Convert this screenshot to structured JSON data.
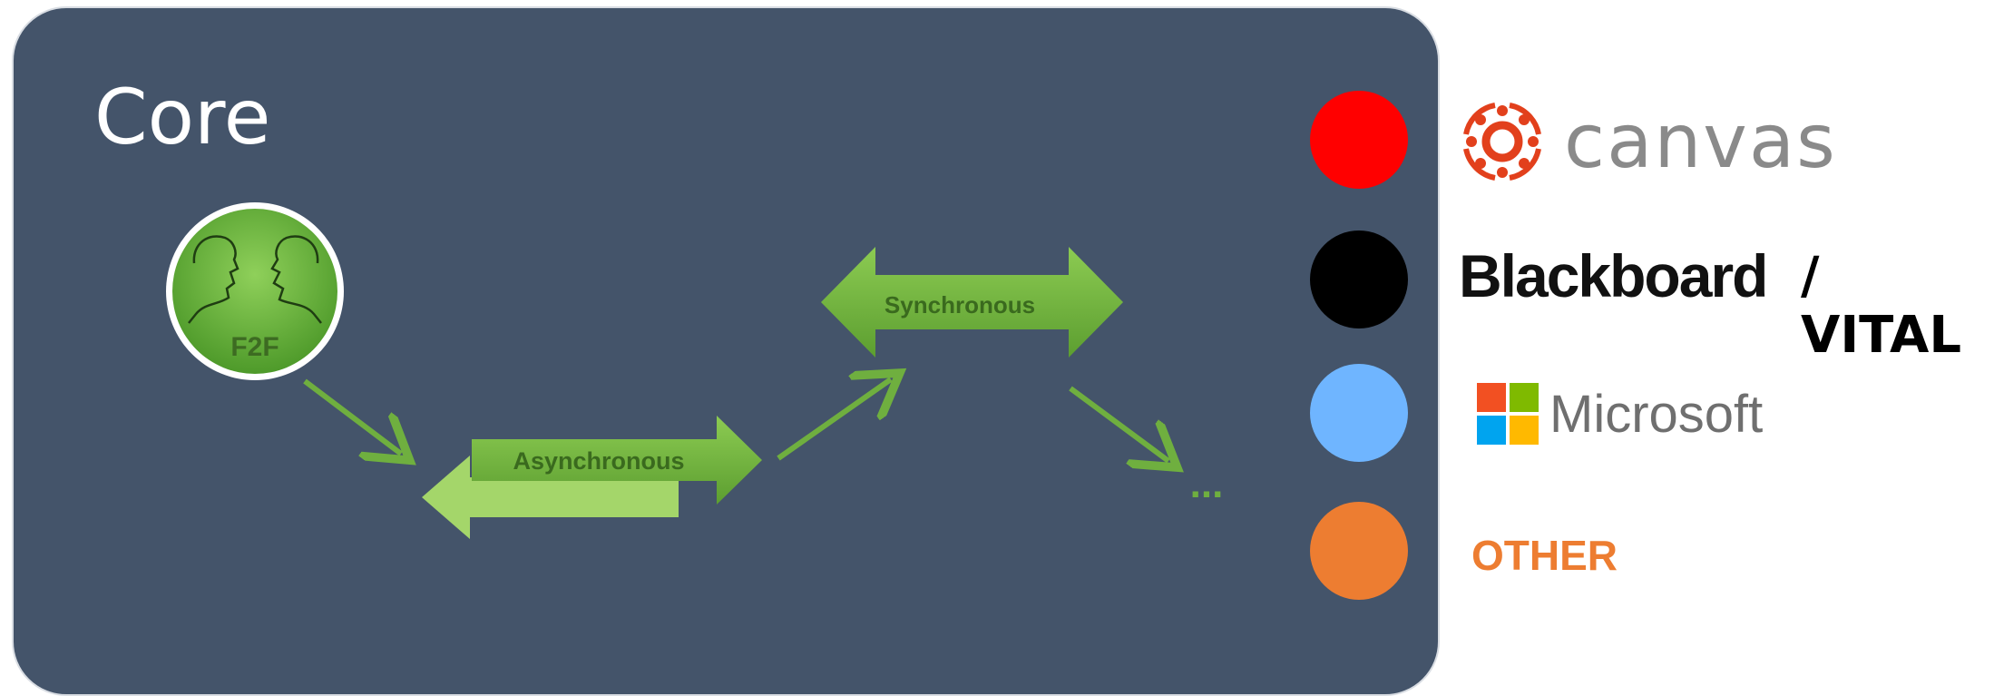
{
  "diagram": {
    "title": "Core",
    "f2f_label": "F2F",
    "async_label": "Asynchronous",
    "sync_label": "Synchronous",
    "ellipsis": "..."
  },
  "legend": [
    {
      "name": "canvas",
      "color": "#ff0000",
      "text": "canvas",
      "icon": "canvas-logo-icon"
    },
    {
      "name": "blackboard",
      "color": "#000000",
      "text": "Blackboard",
      "suffix": "/ VITAL",
      "icon": "blackboard-wordmark"
    },
    {
      "name": "microsoft",
      "color": "#6fb5ff",
      "text": "Microsoft",
      "icon": "microsoft-logo-icon"
    },
    {
      "name": "other",
      "color": "#ed7d31",
      "text": "OTHER"
    }
  ],
  "colors": {
    "panel": "#44546a",
    "arrow_green": "#6faf3f",
    "arrow_light_green": "#a4d66a"
  }
}
